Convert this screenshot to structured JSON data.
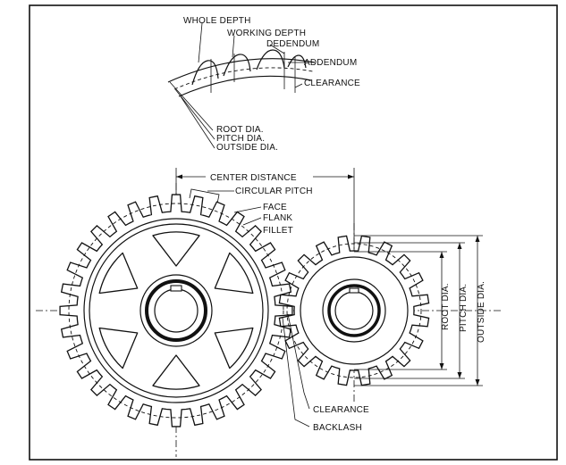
{
  "labels": {
    "whole_depth": "WHOLE DEPTH",
    "working_depth": "WORKING DEPTH",
    "dedendum": "DEDENDUM",
    "addendum": "ADDENDUM",
    "clearance_top": "CLEARANCE",
    "root_dia": "ROOT DIA.",
    "pitch_dia": "PITCH DIA.",
    "outside_dia": "OUTSIDE DIA.",
    "center_distance": "CENTER DISTANCE",
    "circular_pitch": "CIRCULAR PITCH",
    "face": "FACE",
    "flank": "FLANK",
    "fillet": "FILLET",
    "root_dia_v": "ROOT DIA.",
    "pitch_dia_v": "PITCH DIA.",
    "outside_dia_v": "OUTSIDE DIA.",
    "clearance_bottom": "CLEARANCE",
    "backlash": "BACKLASH"
  },
  "gears": {
    "large_teeth": 32,
    "small_teeth": 20,
    "large_spokes": 6
  }
}
